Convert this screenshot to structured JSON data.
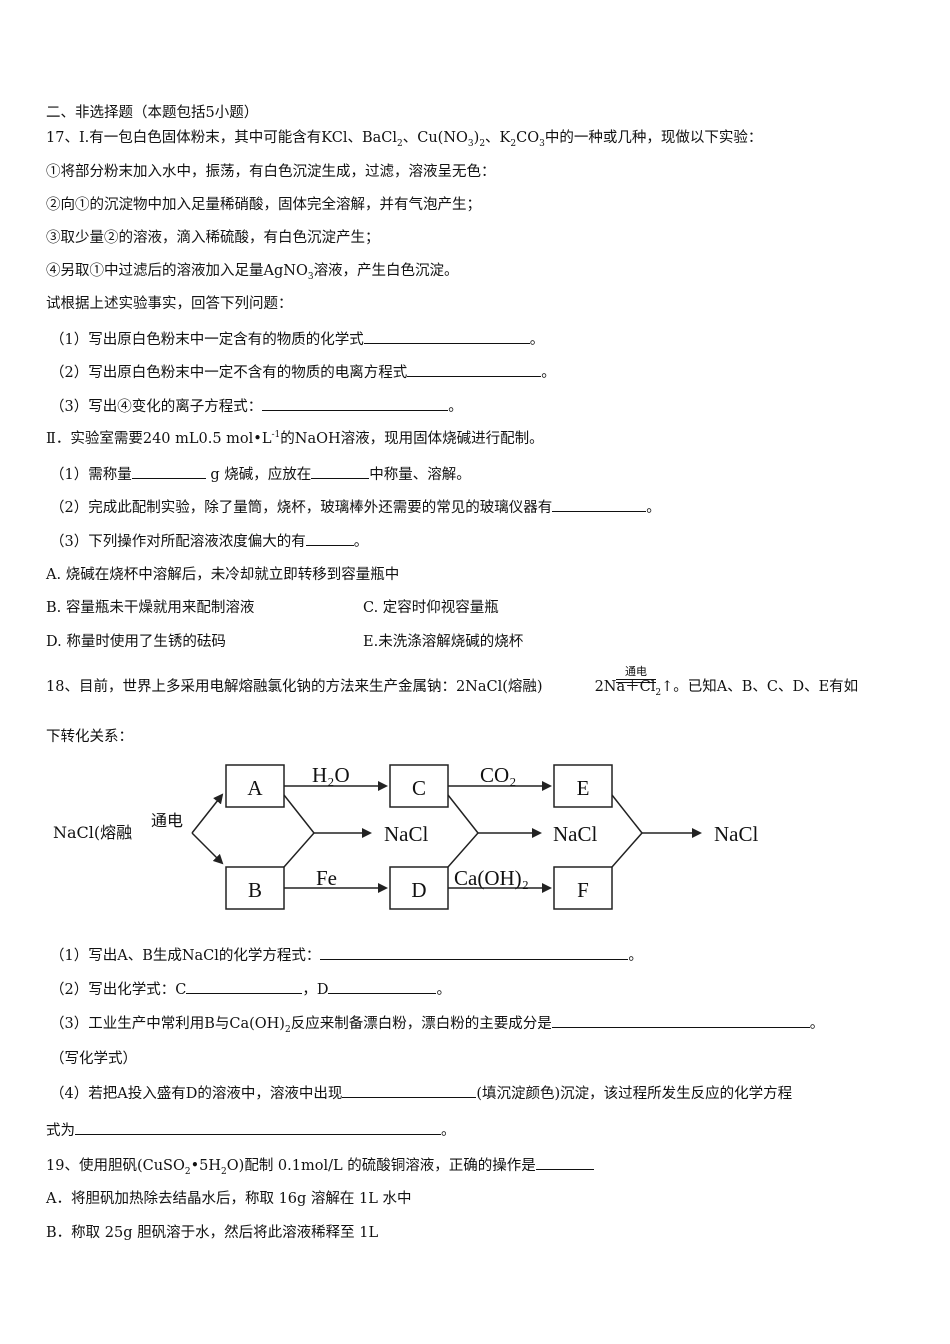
{
  "section_title": "二、非选择题（本题包括5小题）",
  "q17": {
    "part1_intro_a": "17、Ⅰ.有一包白色固体粉末，其中可能含有KCl、BaCl",
    "part1_intro_b": "、Cu(NO",
    "part1_intro_c": ")",
    "part1_intro_d": "、K",
    "part1_intro_e": "CO",
    "part1_intro_f": "中的一种或几种，现做以下实验：",
    "step1": "①将部分粉末加入水中，振荡，有白色沉淀生成，过滤，溶液呈无色：",
    "step2": "②向①的沉淀物中加入足量稀硝酸，固体完全溶解，并有气泡产生；",
    "step3": "③取少量②的溶液，滴入稀硫酸，有白色沉淀产生；",
    "step4_a": "④另取①中过滤后的溶液加入足量AgNO",
    "step4_b": "溶液，产生白色沉淀。",
    "ask": "试根据上述实验事实，回答下列问题：",
    "q1": "（1）写出原白色粉末中一定含有的物质的化学式",
    "q2": "（2）写出原白色粉末中一定不含有的物质的电离方程式",
    "q3": "（3）写出④变化的离子方程式：",
    "part2_a": "Ⅱ．实验室需要240 mL0.5 mol•L",
    "part2_sup": "-1",
    "part2_b": "的NaOH溶液，现用固体烧碱进行配制。",
    "p2q1_a": "（1）需称量",
    "p2q1_b": " g 烧碱，应放在",
    "p2q1_c": "中称量、溶解。",
    "p2q2": "（2）完成此配制实验，除了量筒，烧杯，玻璃棒外还需要的常见的玻璃仪器有",
    "p2q3": "（3）下列操作对所配溶液浓度偏大的有",
    "optA": "A. 烧碱在烧杯中溶解后，未冷却就立即转移到容量瓶中",
    "optB": "B. 容量瓶未干燥就用来配制溶液",
    "optC": "C. 定容时仰视容量瓶",
    "optD": "D. 称量时使用了生锈的砝码",
    "optE": "E.未洗涤溶解烧碱的烧杯"
  },
  "q18": {
    "intro_a": "18、目前，世界上多采用电解熔融氯化钠的方法来生产金属钠：2NaCl(熔融)",
    "condition": "通电",
    "intro_b": "2Na＋Cl",
    "intro_c": "↑。已知A、B、C、D、E有如",
    "intro_d": "下转化关系：",
    "diagram": {
      "start": "NaCl(熔融",
      "start_cond": "通电",
      "A": "A",
      "B": "B",
      "C": "C",
      "D": "D",
      "E": "E",
      "F": "F",
      "h2o": "H₂O",
      "co2": "CO₂",
      "fe": "Fe",
      "caoh": "Ca(OH)₂",
      "nacl": "NaCl"
    },
    "q1": "（1）写出A、B生成NaCl的化学方程式：",
    "q2_a": "（2）写出化学式：C",
    "q2_b": "，D",
    "q3_a": "（3）工业生产中常利用B与Ca(OH)",
    "q3_b": "反应来制备漂白粉，漂白粉的主要成分是",
    "q3_c": "（写化学式）",
    "q4_a": "（4）若把A投入盛有D的溶液中，溶液中出现",
    "q4_b": "(填沉淀颜色)沉淀，该过程所发生反应的化学方程",
    "q4_c": "式为"
  },
  "q19": {
    "stem_a": "19、使用胆矾(CuSO",
    "stem_b": "•5H",
    "stem_c": "O)配制 0.1mol/L 的硫酸铜溶液，正确的操作是",
    "optA": "A．将胆矾加热除去结晶水后，称取 16g 溶解在 1L 水中",
    "optB": "B．称取 25g 胆矾溶于水，然后将此溶液稀释至 1L"
  },
  "sub2": "2",
  "sub3": "3",
  "period": "。",
  "comma": "，"
}
